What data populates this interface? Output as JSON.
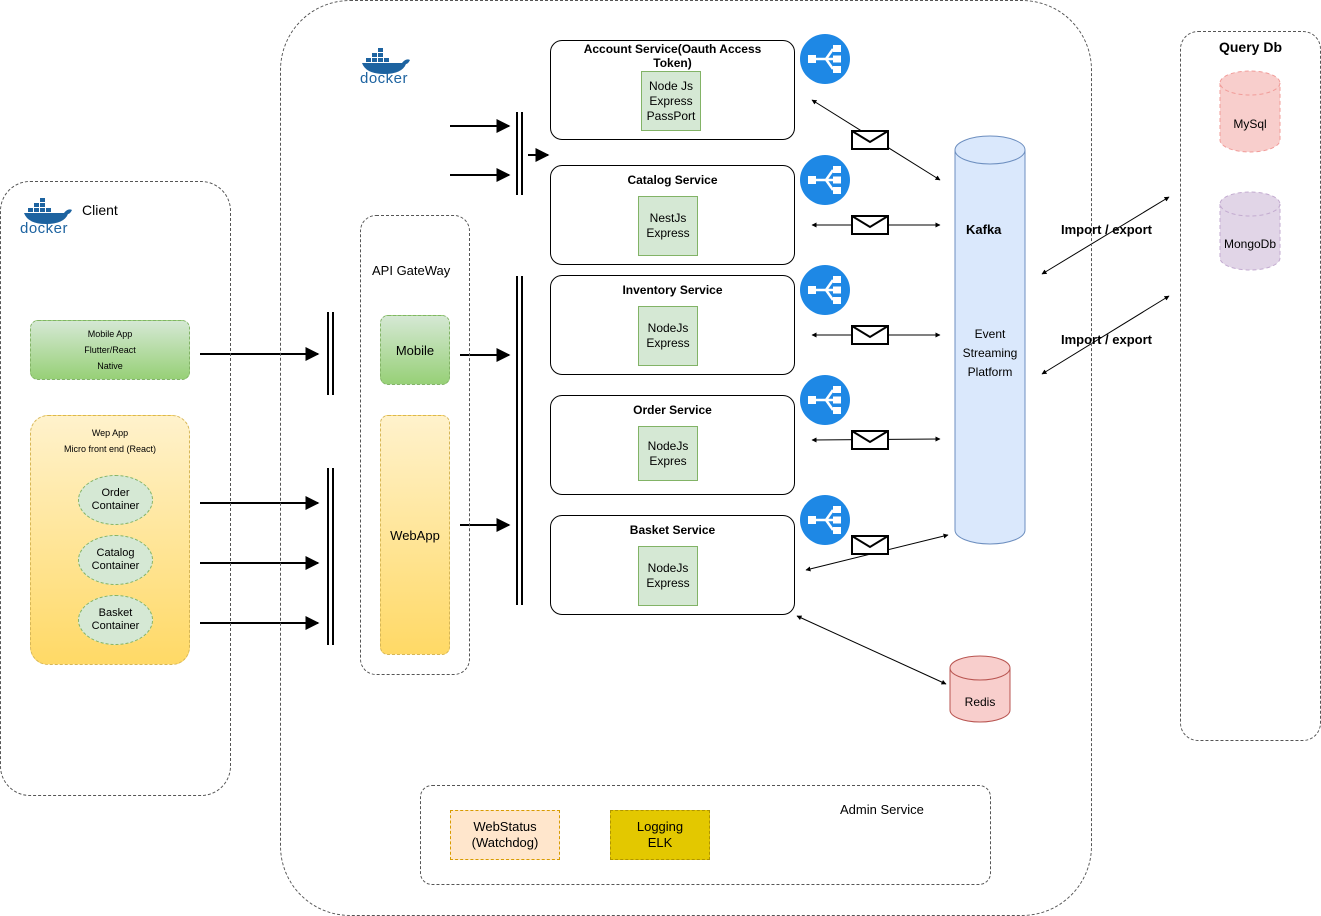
{
  "client": {
    "docker_logo": "docker",
    "title": "Client",
    "mobile_app": {
      "line1": "Mobile App",
      "line2": "Flutter/React",
      "line3": "Native"
    },
    "web_app": {
      "line1": "Wep App",
      "line2": "Micro front end (React)"
    },
    "containers": [
      "Order Container",
      "Catalog Container",
      "Basket Container"
    ]
  },
  "main": {
    "docker_logo": "docker",
    "api_gateway": {
      "title": "API GateWay",
      "mobile": "Mobile",
      "webapp": "WebApp"
    }
  },
  "services": [
    {
      "title": "Account Service(Oauth Access Token)",
      "tech": [
        "Node Js",
        "Express",
        "PassPort"
      ]
    },
    {
      "title": "Catalog Service",
      "tech": [
        "NestJs",
        "Express"
      ]
    },
    {
      "title": "Inventory Service",
      "tech": [
        "NodeJs",
        "Express"
      ]
    },
    {
      "title": "Order Service",
      "tech": [
        "NodeJs",
        "Expres"
      ]
    },
    {
      "title": "Basket Service",
      "tech": [
        "NodeJs",
        "Express"
      ]
    }
  ],
  "kafka": {
    "title": "Kafka",
    "sub1": "Event",
    "sub2": "Streaming",
    "sub3": "Platform"
  },
  "redis": {
    "label": "Redis"
  },
  "query_db": {
    "title": "Query Db",
    "mysql": "MySql",
    "mongodb": "MongoDb"
  },
  "import_export": [
    "Import / export",
    "Import / export"
  ],
  "admin": {
    "title": "Admin Service",
    "webstatus_line1": "WebStatus",
    "webstatus_line2": "(Watchdog)",
    "logging_line1": "Logging",
    "logging_line2": "ELK"
  },
  "icons": {
    "load_balancer": "load-balancer-icon",
    "message": "envelope-icon",
    "docker": "docker-whale-icon"
  },
  "colors": {
    "lb_blue": "#1e88e5",
    "kafka_fill": "#dae8fc",
    "kafka_stroke": "#6c8ebf",
    "redis_fill": "#f8cecc",
    "redis_stroke": "#b85450",
    "mysql_fill": "#f8cecc",
    "mongo_fill": "#e1d5e7",
    "docker_blue": "#1d63a0",
    "logging_fill": "#e3c800"
  }
}
